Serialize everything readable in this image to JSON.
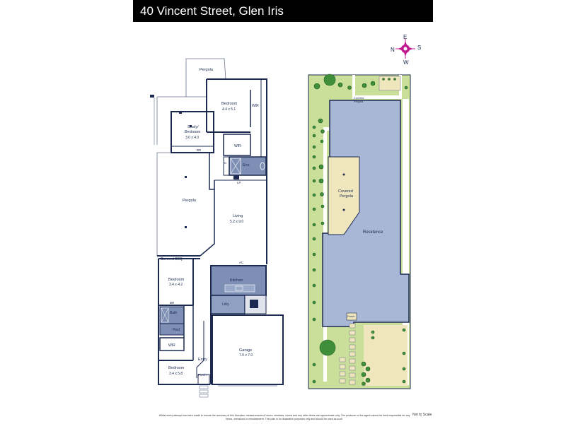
{
  "header": {
    "title": "40 Vincent Street, Glen Iris"
  },
  "compass": {
    "n": "N",
    "e": "E",
    "s": "S",
    "w": "W"
  },
  "floorplan": {
    "rooms": {
      "pergola_top": "Pergola",
      "bedroom1_name": "Bedroom",
      "bedroom1_size": "4.4 x 5.1",
      "wir1": "WIR",
      "study_name": "Study/",
      "study_name2": "Bedroom",
      "study_size": "3.0 x 4.0",
      "br1": "BR",
      "wir2": "WIR",
      "ens": "Ens",
      "c": "C",
      "lp": "LP",
      "pergola_mid": "Pergola",
      "living_name": "Living",
      "living_size": "5.2 x 9.0",
      "covered_bbq": "Covered BBQ",
      "ac": "AC",
      "bedroom2_name": "Bedroom",
      "bedroom2_size": "3.4 x 4.2",
      "kitchen": "Kitchen",
      "br2": "BR",
      "bath": "Bath",
      "pwd": "Pwd",
      "wir3": "WIR",
      "ldry": "Ldry",
      "p": "P",
      "entry": "Entry",
      "garage_name": "Garage",
      "garage_size": "7.0 x 7.0",
      "bedroom3_name": "Bedroom",
      "bedroom3_size": "3.4 x 5.8",
      "porch": "Porch"
    }
  },
  "siteplan": {
    "covered_pergola_small": "Covered",
    "covered_pergola_small2": "Pergola",
    "covered_pergola": "Covered",
    "covered_pergola2": "Pergola",
    "residence": "Residence",
    "porch": "Porch"
  },
  "footer": {
    "disclaimer": "Whilst every attempt has been made to ensure the accuracy of this floorplan, measurements of doors, windows, rooms and any other items are approximate only. The producer or the agent cannot be held responsible for any errors, omissions or misstatement. This plan is for illustrative purposes only and should be used as such.",
    "scale": "Not to Scale"
  },
  "colors": {
    "wall": "#1c2a52",
    "wet_area": "#7d8fb5",
    "residence": "#a9b7d6",
    "pergola_site": "#f0e6bd",
    "lawn": "#c9df9a",
    "tree": "#2e7d32"
  }
}
